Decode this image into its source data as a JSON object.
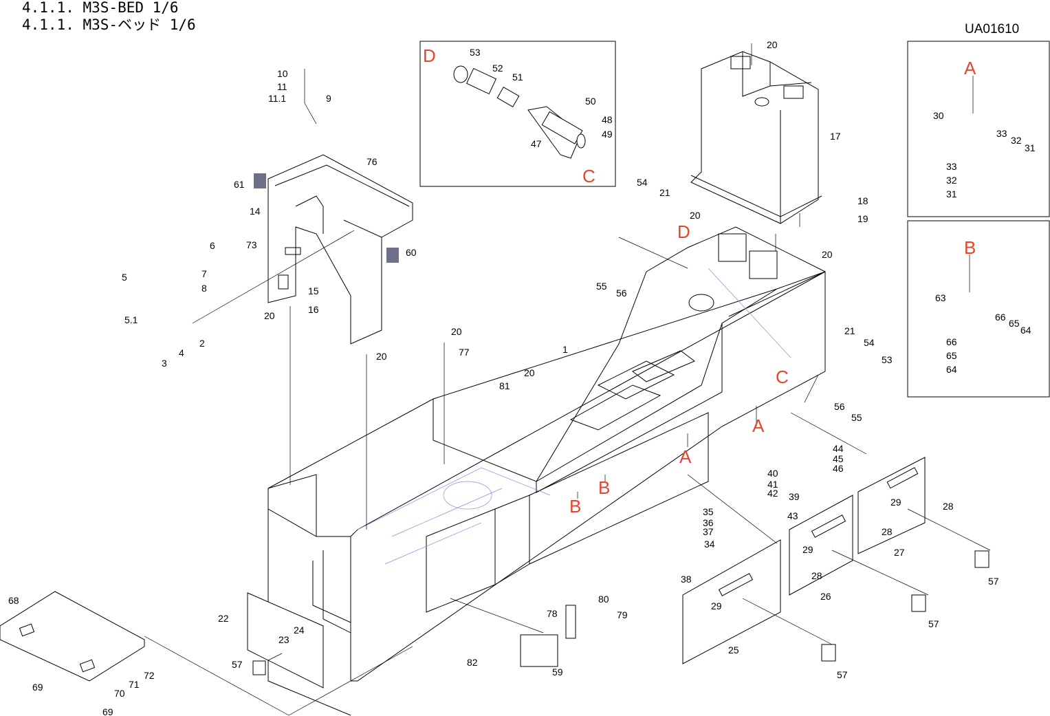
{
  "header": {
    "title_en": "4.1.1. M3S-BED 1/6",
    "title_ja": "4.1.1. M3S-ベッド 1/6",
    "doc_id": "UA01610"
  },
  "colors": {
    "reference_letter": "#e8442c",
    "label_patch": "#6e6e86",
    "hidden_line": "#8a8ae0"
  },
  "part_numbers": [
    "1",
    "2",
    "3",
    "4",
    "5",
    "5.1",
    "6",
    "7",
    "8",
    "9",
    "10",
    "11",
    "11.1",
    "14",
    "15",
    "16",
    "17",
    "18",
    "19",
    "20",
    "21",
    "22",
    "23",
    "24",
    "25",
    "26",
    "27",
    "28",
    "29",
    "30",
    "31",
    "32",
    "33",
    "34",
    "35",
    "36",
    "37",
    "38",
    "39",
    "40",
    "41",
    "42",
    "43",
    "44",
    "45",
    "46",
    "47",
    "48",
    "49",
    "50",
    "51",
    "52",
    "53",
    "54",
    "55",
    "56",
    "57",
    "59",
    "60",
    "61",
    "63",
    "64",
    "65",
    "66",
    "68",
    "69",
    "70",
    "71",
    "72",
    "73",
    "76",
    "77",
    "78",
    "79",
    "80",
    "81",
    "82"
  ],
  "callouts": [
    {
      "text": "10"
    },
    {
      "text": "11"
    },
    {
      "text": "11.1"
    },
    {
      "text": "9"
    },
    {
      "text": "76"
    },
    {
      "text": "61"
    },
    {
      "text": "14"
    },
    {
      "text": "73"
    },
    {
      "text": "60"
    },
    {
      "text": "6"
    },
    {
      "text": "5"
    },
    {
      "text": "7"
    },
    {
      "text": "8"
    },
    {
      "text": "5.1"
    },
    {
      "text": "2"
    },
    {
      "text": "3"
    },
    {
      "text": "4"
    },
    {
      "text": "15"
    },
    {
      "text": "16"
    },
    {
      "text": "20"
    },
    {
      "text": "20"
    },
    {
      "text": "20"
    },
    {
      "text": "77"
    },
    {
      "text": "81"
    },
    {
      "text": "20"
    },
    {
      "text": "1"
    },
    {
      "text": "53"
    },
    {
      "text": "52"
    },
    {
      "text": "51"
    },
    {
      "text": "50"
    },
    {
      "text": "48"
    },
    {
      "text": "49"
    },
    {
      "text": "47"
    },
    {
      "text": "20"
    },
    {
      "text": "17"
    },
    {
      "text": "18"
    },
    {
      "text": "19"
    },
    {
      "text": "20"
    },
    {
      "text": "20"
    },
    {
      "text": "54"
    },
    {
      "text": "21"
    },
    {
      "text": "55"
    },
    {
      "text": "56"
    },
    {
      "text": "21"
    },
    {
      "text": "54"
    },
    {
      "text": "53"
    },
    {
      "text": "56"
    },
    {
      "text": "55"
    },
    {
      "text": "44"
    },
    {
      "text": "45"
    },
    {
      "text": "46"
    },
    {
      "text": "40"
    },
    {
      "text": "41"
    },
    {
      "text": "42"
    },
    {
      "text": "39"
    },
    {
      "text": "43"
    },
    {
      "text": "35"
    },
    {
      "text": "36"
    },
    {
      "text": "37"
    },
    {
      "text": "34"
    },
    {
      "text": "38"
    },
    {
      "text": "28"
    },
    {
      "text": "29"
    },
    {
      "text": "28"
    },
    {
      "text": "27"
    },
    {
      "text": "29"
    },
    {
      "text": "28"
    },
    {
      "text": "26"
    },
    {
      "text": "29"
    },
    {
      "text": "25"
    },
    {
      "text": "57"
    },
    {
      "text": "57"
    },
    {
      "text": "57"
    },
    {
      "text": "30"
    },
    {
      "text": "33"
    },
    {
      "text": "32"
    },
    {
      "text": "31"
    },
    {
      "text": "33"
    },
    {
      "text": "32"
    },
    {
      "text": "31"
    },
    {
      "text": "63"
    },
    {
      "text": "66"
    },
    {
      "text": "65"
    },
    {
      "text": "64"
    },
    {
      "text": "66"
    },
    {
      "text": "65"
    },
    {
      "text": "64"
    },
    {
      "text": "68"
    },
    {
      "text": "69"
    },
    {
      "text": "69"
    },
    {
      "text": "70"
    },
    {
      "text": "71"
    },
    {
      "text": "72"
    },
    {
      "text": "22"
    },
    {
      "text": "23"
    },
    {
      "text": "24"
    },
    {
      "text": "57"
    },
    {
      "text": "78"
    },
    {
      "text": "80"
    },
    {
      "text": "79"
    },
    {
      "text": "59"
    },
    {
      "text": "82"
    }
  ],
  "reference_letters": [
    {
      "text": "D"
    },
    {
      "text": "C"
    },
    {
      "text": "D"
    },
    {
      "text": "C"
    },
    {
      "text": "A"
    },
    {
      "text": "A"
    },
    {
      "text": "B"
    },
    {
      "text": "B"
    },
    {
      "text": "A"
    },
    {
      "text": "B"
    }
  ]
}
